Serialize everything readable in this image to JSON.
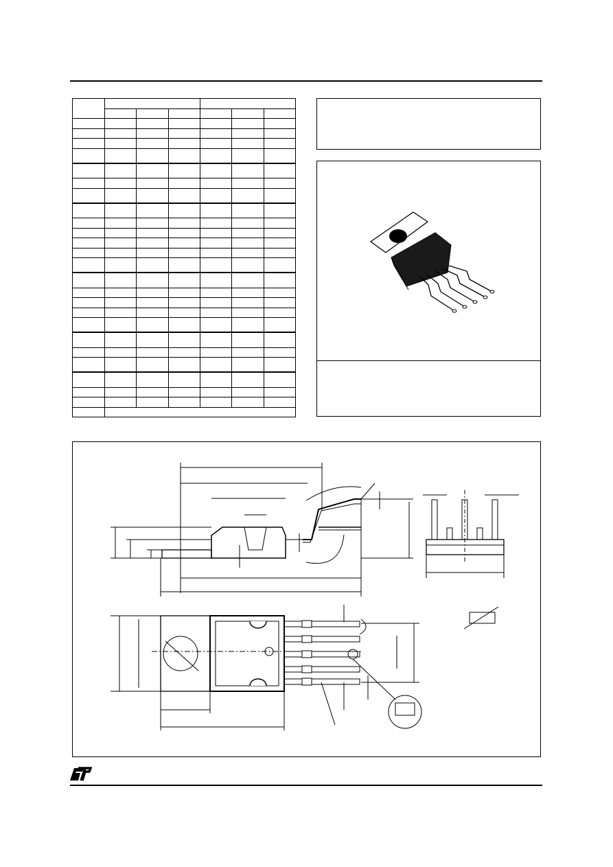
{
  "page": {
    "header_rule": true,
    "footer_rule": true
  },
  "dimension_table": {
    "body_rows": 24,
    "data_columns": 6,
    "group_breaks_after_rows": [
      4,
      7,
      13,
      18,
      21
    ]
  },
  "photo": {
    "package_color": "#1a1a1a"
  },
  "logo": {
    "name": "st-logo-icon"
  }
}
